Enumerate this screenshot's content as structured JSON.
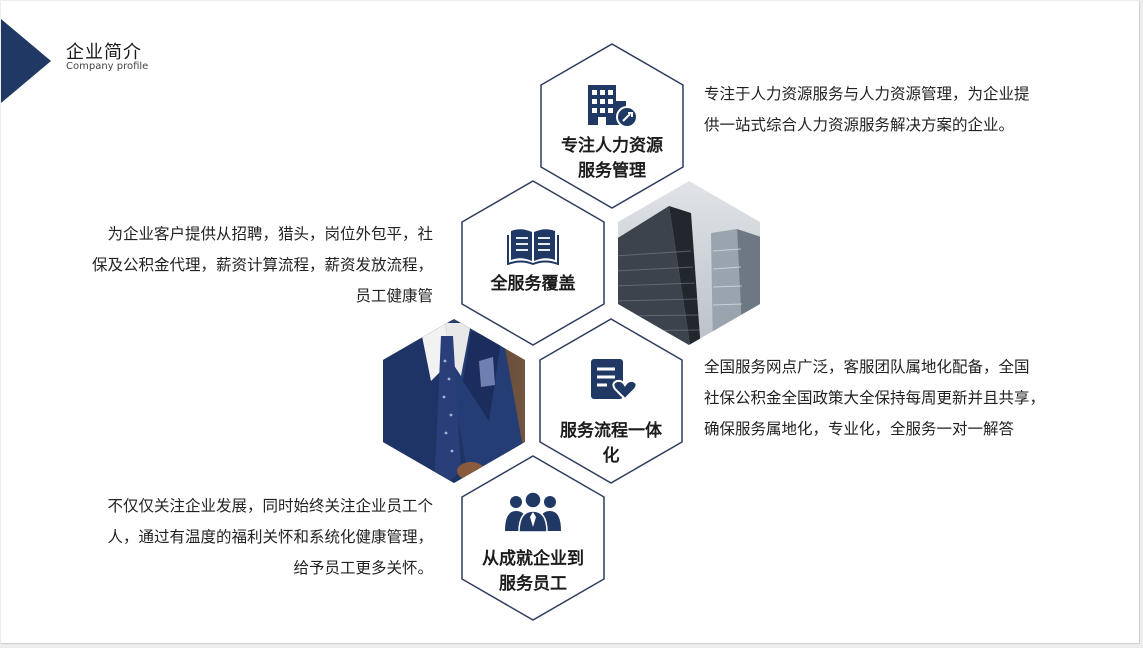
{
  "header": {
    "title": "企业简介",
    "subtitle": "Company profile"
  },
  "colors": {
    "accent": "#1f3864",
    "hex_border": "#2c3a5c",
    "text": "#222222"
  },
  "hexagons": [
    {
      "label": "专注人力资源服务管理",
      "line1": "专注人力资源",
      "line2": "服务管理",
      "icon": "office-building-icon"
    },
    {
      "label": "全服务覆盖",
      "icon": "open-book-icon"
    },
    {
      "label": "服务流程一体化",
      "line1": "服务流程一体",
      "line2": "化",
      "icon": "document-heart-icon"
    },
    {
      "label": "从成就企业到服务员工",
      "line1": "从成就企业到",
      "line2": "服务员工",
      "icon": "team-people-icon"
    }
  ],
  "images": [
    {
      "name": "skyscraper-photo"
    },
    {
      "name": "business-suit-photo"
    }
  ],
  "descriptions": [
    {
      "lines": [
        "专注于人力资源服务与人力资源管理，为企业提",
        "供一站式综合人力资源服务解决方案的企业。"
      ]
    },
    {
      "lines": [
        "为企业客户提供从招聘，猎头，岗位外包平，社",
        "保及公积金代理，薪资计算流程，薪资发放流程，",
        "员工健康管"
      ]
    },
    {
      "lines": [
        "全国服务网点广泛，客服团队属地化配备，全国",
        "社保公积金全国政策大全保持每周更新并且共享，",
        "确保服务属地化，专业化，全服务一对一解答"
      ]
    },
    {
      "lines": [
        "不仅仅关注企业发展，同时始终关注企业员工个",
        "人，通过有温度的福利关怀和系统化健康管理，",
        "给予员工更多关怀。"
      ]
    }
  ]
}
